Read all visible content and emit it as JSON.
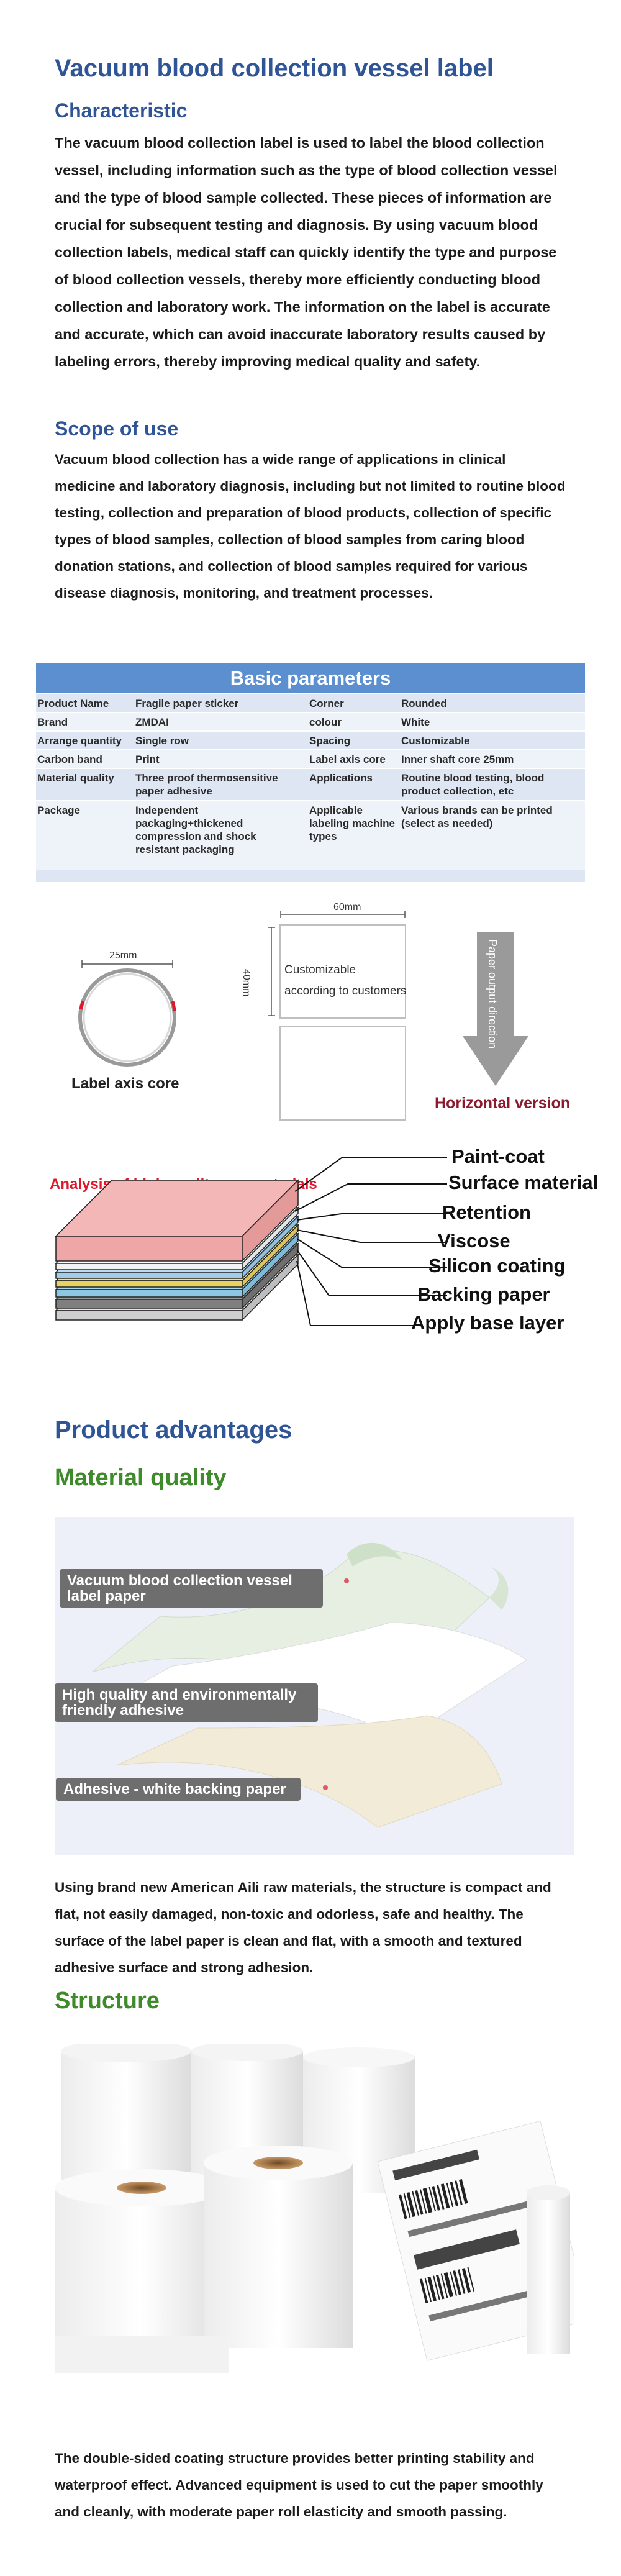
{
  "title": "Vacuum blood collection vessel label",
  "characteristic": {
    "heading": "Characteristic",
    "text": "The vacuum blood collection label is used to label the blood collection vessel, including information such as the type of blood collection vessel and the type of blood sample collected. These pieces of information are crucial for subsequent testing and diagnosis. By using vacuum blood collection labels, medical staff can quickly identify the type and purpose of blood collection vessels, thereby more efficiently conducting blood collection and laboratory work. The information on the label is accurate and accurate, which can avoid inaccurate laboratory results caused by labeling errors, thereby improving medical quality and safety."
  },
  "scope": {
    "heading": "Scope of use",
    "text": "Vacuum blood collection has a wide range of applications in clinical medicine and laboratory diagnosis, including but not limited to routine blood testing, collection and preparation of blood products, collection of specific types of blood samples, collection of blood samples from caring blood donation stations, and collection of blood samples required for various disease diagnosis, monitoring, and treatment processes."
  },
  "parameters": {
    "heading": "Basic parameters",
    "rows": [
      [
        "Product Name",
        "Fragile paper sticker",
        "Corner",
        "Rounded"
      ],
      [
        "Brand",
        "ZMDAI",
        "colour",
        "White"
      ],
      [
        "Arrange quantity",
        "Single row",
        "Spacing",
        "Customizable"
      ],
      [
        "Carbon band",
        "Print",
        "Label axis core",
        "Inner shaft core 25mm"
      ],
      [
        "Material quality",
        "Three proof thermosensitive paper adhesive",
        "Applications",
        "Routine blood testing, blood product collection, etc"
      ],
      [
        "Package",
        "Independent packaging+thickened compression and shock resistant packaging",
        "Applicable labeling machine types",
        "Various brands can be printed (select as needed)"
      ]
    ]
  },
  "diagram": {
    "core_size": "25mm",
    "core_label": "Label axis core",
    "width_dim": "60mm",
    "height_dim": "40mm",
    "custom_text": "Customizable according to customers",
    "arrow_text": "Paper output direction",
    "version_label": "Horizontal version"
  },
  "layers": {
    "analysis": "Analysis of high-quality raw materials",
    "items": [
      "Paint-coat",
      "Surface material",
      "Retention",
      "Viscose",
      "Silicon coating",
      "Backing paper",
      "Apply base layer"
    ],
    "colors": [
      "#f4b7b7",
      "#ffffff",
      "#b9dcf2",
      "#f6e27a",
      "#a8d8ee",
      "#9a9a9a",
      "#e8e8e8"
    ]
  },
  "advantages": {
    "heading": "Product advantages",
    "material": {
      "heading": "Material quality",
      "tags": [
        "Vacuum blood collection vessel label paper",
        "High quality and environmentally friendly adhesive",
        "Adhesive - white backing paper"
      ],
      "text": "Using brand new American Aili raw materials, the structure is compact and flat, not easily damaged, non-toxic and odorless, safe and healthy. The surface of the label paper is clean and flat, with a smooth and textured adhesive surface and strong adhesion."
    },
    "structure": {
      "heading": "Structure",
      "text": "The double-sided coating structure provides better printing stability and waterproof effect. Advanced equipment is used to cut the paper smoothly and cleanly, with moderate paper roll elasticity and smooth passing."
    }
  }
}
